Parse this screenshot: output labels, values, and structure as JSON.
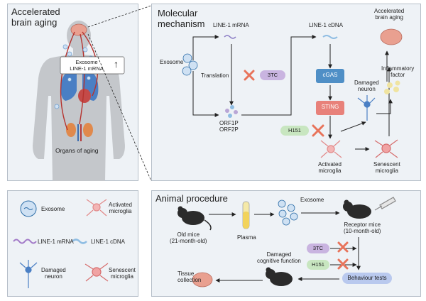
{
  "human_panel": {
    "title_line1": "Accelerated",
    "title_line2": "brain aging",
    "exosome_label_line1": "Exosome",
    "exosome_label_line2": "LINE-1 mRNA",
    "up_arrow": "↑",
    "organs_label": "Organs of aging"
  },
  "molecular_panel": {
    "title_line1": "Molecular",
    "title_line2": "mechanism",
    "line1_mrna": "LINE-1 mRNA",
    "line1_cdna": "LINE-1 cDNA",
    "exosome": "Exosome",
    "translation": "Translation",
    "inhibitor_3tc": "3TC",
    "orf1p": "ORF1P",
    "orf2p": "ORF2P",
    "cgas": "cGAS",
    "sting": "STING",
    "inhibitor_h151": "H151",
    "accelerated_line1": "Accelerated",
    "accelerated_line2": "brain aging",
    "inflammatory_line1": "Inflammatory",
    "inflammatory_line2": "factor",
    "damaged_line1": "Damaged",
    "damaged_line2": "neuron",
    "activated_line1": "Activated",
    "activated_line2": "microglia",
    "senescent_line1": "Senescent",
    "senescent_line2": "microglia"
  },
  "legend_panel": {
    "exosome": "Exosome",
    "activated_line1": "Activated",
    "activated_line2": "microglia",
    "line1_mrna": "LINE-1 mRNA",
    "line1_cdna": "LINE-1 cDNA",
    "damaged_line1": "Damaged",
    "damaged_line2": "neuron",
    "senescent_line1": "Senescent",
    "senescent_line2": "microglia"
  },
  "animal_panel": {
    "title": "Animal procedure",
    "old_mice_line1": "Old mice",
    "old_mice_line2": "(21-month-old)",
    "plasma": "Plasma",
    "exosome": "Exosome",
    "receptor_line1": "Receptor mice",
    "receptor_line2": "(10-month-old)",
    "inhibitor_3tc": "3TC",
    "inhibitor_h151": "H151",
    "damaged_line1": "Damaged",
    "damaged_line2": "cognitive function",
    "behaviour": "Behaviour tests",
    "tissue_line1": "Tissue",
    "tissue_line2": "collection"
  },
  "colors": {
    "panel_bg": "#eef2f6",
    "cgas": "#4f8fc6",
    "sting": "#e8817a",
    "inhibitor_3tc": "#c9b4e0",
    "inhibitor_h151": "#c8e6c0",
    "behaviour": "#b9c9ee",
    "inhibit_cross": "#e8735a",
    "exosome": "#2e6ea8",
    "brain": "#e9a090"
  }
}
